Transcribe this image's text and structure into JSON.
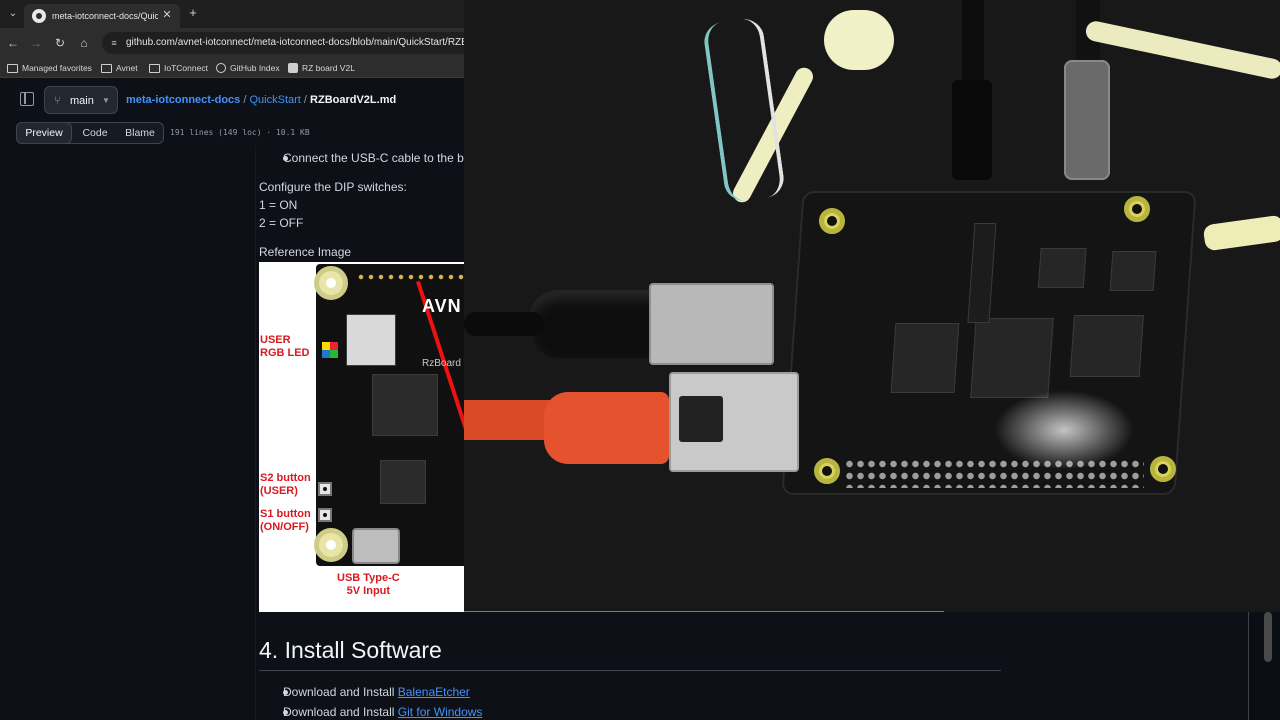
{
  "browser": {
    "tab_title": "meta-iotconnect-docs/QuickSt",
    "url": "github.com/avnet-iotconnect/meta-iotconnect-docs/blob/main/QuickStart/RZBoa",
    "bookmarks": [
      "Managed favorites",
      "Avnet",
      "IoTConnect",
      "GitHub Index",
      "RZ board V2L"
    ]
  },
  "repo": {
    "branch": "main",
    "breadcrumb": {
      "repo": "meta-iotconnect-docs",
      "sep1": "/",
      "folder": "QuickStart",
      "sep2": "/",
      "file": "RZBoardV2L.md"
    }
  },
  "file_view": {
    "tabs": [
      "Preview",
      "Code",
      "Blame"
    ],
    "meta": "191 lines (149 loc) · 10.1 KB"
  },
  "doc": {
    "bullet_usbc": "Connect the USB-C cable to the bo",
    "dip_intro": "Configure the DIP switches:",
    "dip_1": "1 = ON",
    "dip_2": "2 = OFF",
    "ref_caption": "Reference Image",
    "ref_labels": {
      "user_led": "USER\nRGB LED",
      "s2_button": "S2 button\n(USER)",
      "s1_button": "S1 button\n(ON/OFF)",
      "usb_input": "USB Type-C\n5V Input",
      "logo": "AVN",
      "board_name": "RzBoard"
    },
    "section_title": "4. Install Software",
    "bullets": [
      {
        "prefix": "Download and Install ",
        "link": "BalenaEtcher"
      },
      {
        "prefix": "Download and Install ",
        "link": "Git for Windows"
      }
    ]
  },
  "colors": {
    "bg": "#0d1117",
    "link": "#4493f8",
    "text": "#d1d7e0",
    "annotation_red": "#d71920"
  }
}
